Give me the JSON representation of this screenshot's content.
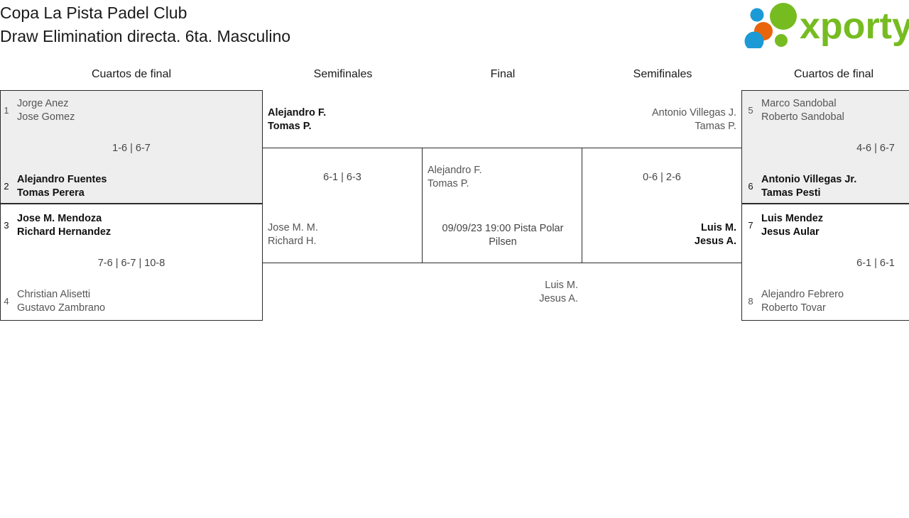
{
  "header": {
    "tournament_name": "Copa La Pista Padel Club",
    "draw_name": "Draw Elimination directa. 6ta. Masculino",
    "logo_text": "xporty",
    "logo_colors": {
      "green": "#76bc21",
      "blue": "#1b9ad6",
      "orange": "#e8650d"
    }
  },
  "rounds": [
    {
      "label": "Cuartos de final"
    },
    {
      "label": "Semifinales"
    },
    {
      "label": "Final"
    },
    {
      "label": "Semifinales"
    },
    {
      "label": "Cuartos de final"
    }
  ],
  "left_quarters": [
    {
      "seed_a": "1",
      "team_a_line1": "Jorge Anez",
      "team_a_line2": "Jose Gomez",
      "seed_b": "2",
      "team_b_line1": "Alejandro Fuentes",
      "team_b_line2": "Tomas Perera",
      "score": "1-6 | 6-7",
      "winner": "b",
      "highlight": true
    },
    {
      "seed_a": "3",
      "team_a_line1": "Jose M. Mendoza",
      "team_a_line2": "Richard Hernandez",
      "seed_b": "4",
      "team_b_line1": "Christian Alisetti",
      "team_b_line2": "Gustavo Zambrano",
      "score": "7-6 | 6-7 | 10-8",
      "winner": "a",
      "highlight": false
    }
  ],
  "left_semifinal": {
    "team_a_line1": "Alejandro F.",
    "team_a_line2": "Tomas P.",
    "team_b_line1": "Jose M. M.",
    "team_b_line2": "Richard H.",
    "score": "6-1 | 6-3",
    "winner": "a"
  },
  "final": {
    "team_a_line1": "Alejandro F.",
    "team_a_line2": "Tomas P.",
    "team_b_line1": "Luis M.",
    "team_b_line2": "Jesus A.",
    "schedule_line1": "09/09/23 19:00 Pista Polar",
    "schedule_line2": "Pilsen",
    "winner": "none"
  },
  "right_semifinal": {
    "team_a_line1": "Antonio Villegas J.",
    "team_a_line2": "Tamas P.",
    "team_b_line1": "Luis M.",
    "team_b_line2": "Jesus A.",
    "score": "0-6 | 2-6",
    "winner": "b"
  },
  "right_quarters": [
    {
      "seed_a": "5",
      "team_a_line1": "Marco Sandobal",
      "team_a_line2": "Roberto Sandobal",
      "seed_b": "6",
      "team_b_line1": "Antonio Villegas Jr.",
      "team_b_line2": "Tamas Pesti",
      "score": "4-6 | 6-7",
      "winner": "b",
      "highlight": true
    },
    {
      "seed_a": "7",
      "team_a_line1": "Luis Mendez",
      "team_a_line2": "Jesus Aular",
      "seed_b": "8",
      "team_b_line1": "Alejandro Febrero",
      "team_b_line2": "Roberto Tovar",
      "score": "6-1 | 6-1",
      "winner": "a",
      "highlight": false
    }
  ]
}
